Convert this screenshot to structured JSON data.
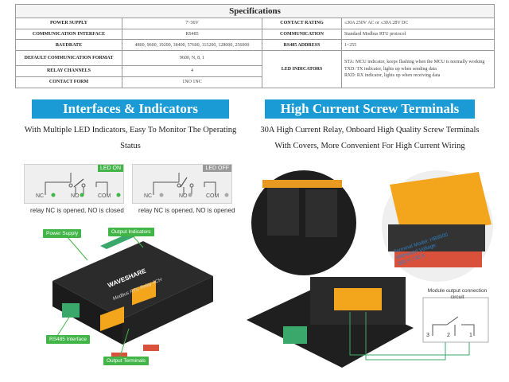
{
  "spec_table": {
    "title": "Specifications",
    "left": [
      {
        "label": "POWER SUPPLY",
        "value": "7~36V"
      },
      {
        "label": "COMMUNICATION INTERFACE",
        "value": "RS485"
      },
      {
        "label": "BAUDRATE",
        "value": "4800, 9600, 19200, 38400, 57600, 115200, 128000, 256000"
      },
      {
        "label": "DEFAULT COMMUNICATION FORMAT",
        "value": "9600, N, 8, 1"
      },
      {
        "label": "RELAY CHANNELS",
        "value": "4"
      },
      {
        "label": "CONTACT FORM",
        "value": "1NO 1NC"
      }
    ],
    "right": [
      {
        "label": "CONTACT RATING",
        "value": "≤30A 250V AC or ≤30A 28V DC"
      },
      {
        "label": "COMMUNICATION",
        "value": "Standard Modbus RTU protocol"
      },
      {
        "label": "RS485 ADDRESS",
        "value": "1~255"
      }
    ],
    "led_label": "LED INDICATORS",
    "led_lines": [
      "STA: MCU indicator, keeps flashing when the MCU is normally working",
      "TXD: TX indicator, lights up when sending data",
      "RXD: RX indicator, lights up when receiving data"
    ]
  },
  "left_section": {
    "title": "Interfaces & Indicators",
    "description": "With Multiple LED Indicators, Easy To Monitor The Operating Status",
    "led_on_tag": "LED ON",
    "led_off_tag": "LED OFF",
    "led_on_caption": "relay NC is opened, NO is closed",
    "led_off_caption": "relay NC is opened, NO is opened",
    "terminals": [
      "NC",
      "NO",
      "COM"
    ],
    "callouts": {
      "power_supply": "Power Supply",
      "output_indicators": "Output Indicators",
      "rs485_interface": "RS485 Interface",
      "output_terminals": "Output Terminals"
    },
    "device_brand": "WAVESHARE",
    "device_name": "Modbus RTU Relay 4CH"
  },
  "right_section": {
    "title": "High Current Screw Terminals",
    "description": "30A High Current Relay, Onboard High Quality Screw Terminals With Covers, More Convenient For High Current Wiring",
    "terminal_model_lines": [
      "Terminal Model: HB9500",
      "Withstand Voltage:",
      "300 V / 30 A"
    ],
    "module_circuit_label": "Module output connection circuit",
    "circuit_pins": [
      "3",
      "2",
      "1"
    ]
  },
  "colors": {
    "banner": "#1a9bd6",
    "callout": "#41b548",
    "relay_cover": "#f3a51c"
  }
}
